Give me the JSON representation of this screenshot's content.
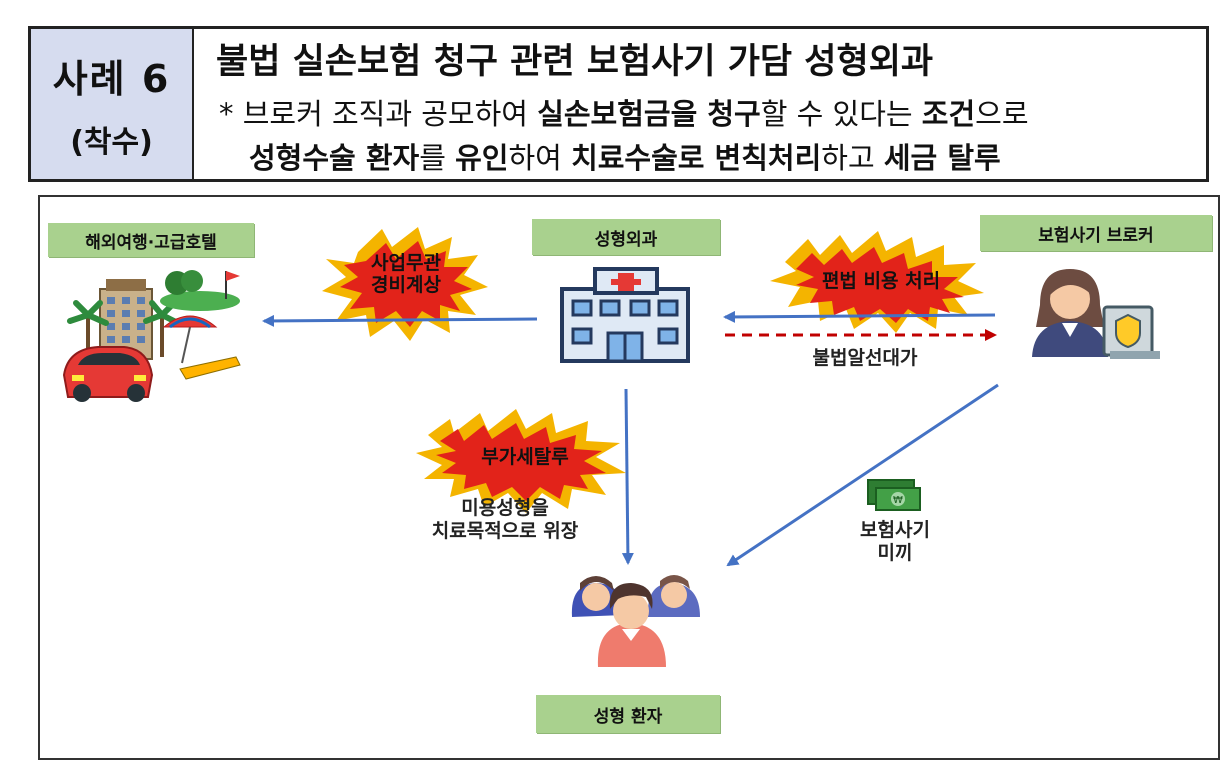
{
  "header": {
    "case_number": "사례 6",
    "case_status": "(착수)",
    "title": "불법 실손보험 청구 관련 보험사기 가담 성형외과",
    "desc_line1": [
      {
        "t": "* 브로커 조직과 공모하여 ",
        "b": false
      },
      {
        "t": "실손보험금을 청구",
        "b": true
      },
      {
        "t": "할 수 있다는 ",
        "b": false
      },
      {
        "t": "조건",
        "b": true
      },
      {
        "t": "으로",
        "b": false
      }
    ],
    "desc_line2": [
      {
        "t": "성형수술 환자",
        "b": true
      },
      {
        "t": "를 ",
        "b": false
      },
      {
        "t": "유인",
        "b": true
      },
      {
        "t": "하여 ",
        "b": false
      },
      {
        "t": "치료수술로 변칙처리",
        "b": true
      },
      {
        "t": "하고 ",
        "b": false
      },
      {
        "t": "세금 탈루",
        "b": true
      }
    ]
  },
  "diagram": {
    "nodes": {
      "travel_hotel": "해외여행·고급호텔",
      "clinic": "성형외과",
      "broker": "보험사기 브로커",
      "patient": "성형 환자"
    },
    "bursts": {
      "business_expense_line1": "사업무관",
      "business_expense_line2": "경비계상",
      "irregular_cost": "편법 비용 처리",
      "vat_evasion": "부가세탈루"
    },
    "edge_labels": {
      "illegal_referral_fee": "불법알선대가",
      "disguise_line1": "미용성형을",
      "disguise_line2": "치료목적으로 위장",
      "lure_line1": "보험사기",
      "lure_line2": "미끼"
    },
    "icons": [
      "resort-cluster-icon",
      "hospital-icon",
      "broker-person-icon",
      "money-icon",
      "patient-group-icon"
    ],
    "colors": {
      "label_green": "#a9d18e",
      "arrow_blue": "#4472c4",
      "arrow_red": "#c00000",
      "burst_outer": "#f4b400",
      "burst_inner": "#e2231a",
      "case_box": "#d6dcef"
    }
  }
}
